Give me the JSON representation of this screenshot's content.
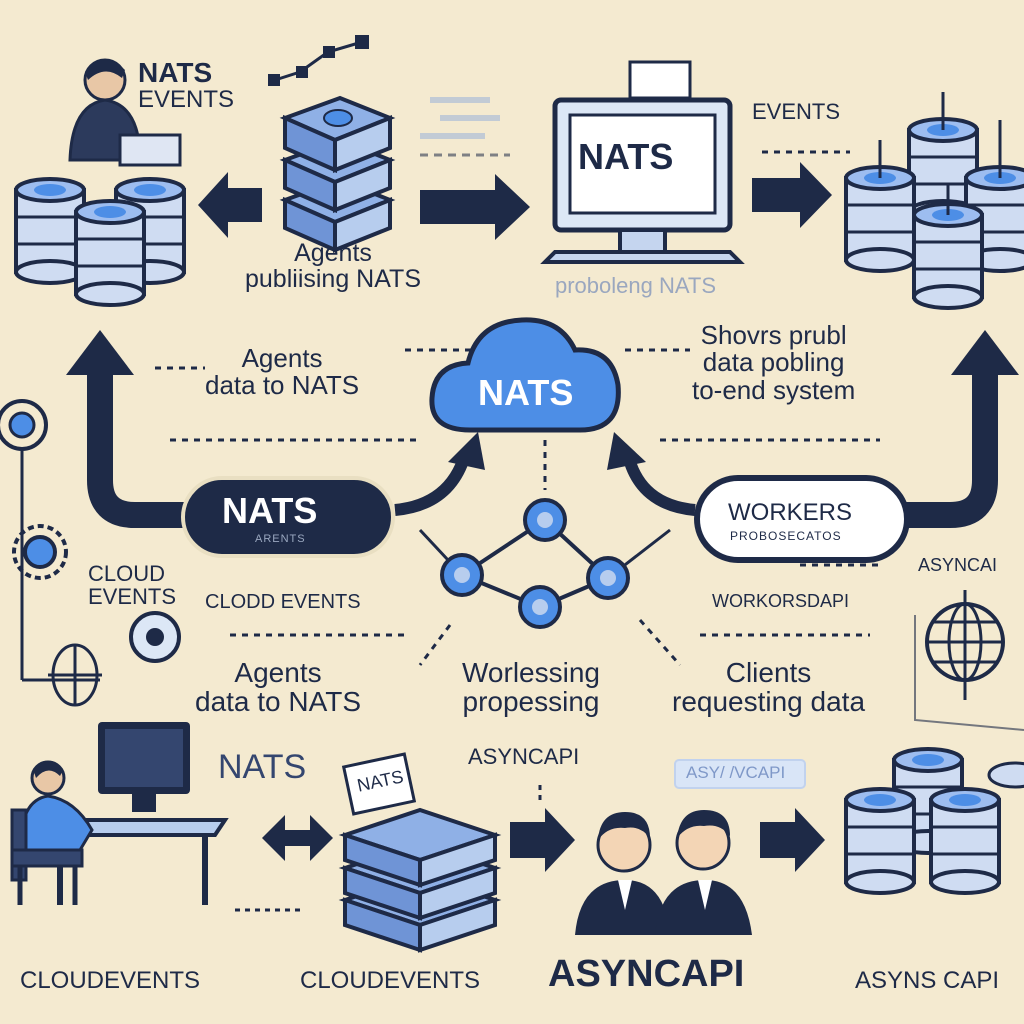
{
  "labels": {
    "nats_events_top": [
      "NATS",
      "EVENTS"
    ],
    "agents_publishing": [
      "Agents",
      "publiising NATS"
    ],
    "monitor_nats": "NATS",
    "events_top_right": "EVENTS",
    "problems_nats": "proboleng NATS",
    "agents_data_top": [
      "Agents",
      "data to NATS"
    ],
    "cloud_nats": "NATS",
    "shows_publ": [
      "Shovrs prubl",
      "data pobling",
      "to-end system"
    ],
    "nats_pill": "NATS",
    "nats_pill_sub": "ARENTS",
    "workers_pill": "WORKERS",
    "workers_pill_sub": "PROBOSECATOS",
    "cloud_events_left": [
      "CLOUD",
      "EVENTS"
    ],
    "clodd_events": "CLODD EVENTS",
    "workorsdapi": "WORKORSDAPI",
    "asyncai_right": "ASYNCAI",
    "agents_data_mid": [
      "Agents",
      "data to NATS"
    ],
    "worlessing": [
      "Worlessing",
      "propessing"
    ],
    "clients_requesting": [
      "Clients",
      "requesting data"
    ],
    "asyncapi_mid": "ASYNCAPI",
    "asyvc_tag": "ASY/ /VCAPI",
    "nats_bottom_left": "NATS",
    "nats_card": "NATS",
    "cloudevents_bl": "CLOUDEVENTS",
    "cloudevents_bm": "CLOUDEVENTS",
    "asyncapi_bottom": "ASYNCAPI",
    "asyns_capi": "ASYNS CAPI"
  },
  "colors": {
    "background": "#f4ead0",
    "navy": "#1e2a47",
    "blue": "#4d8ee6",
    "light_blue": "#b7cdee",
    "db_blue": "#cfdcf2"
  }
}
